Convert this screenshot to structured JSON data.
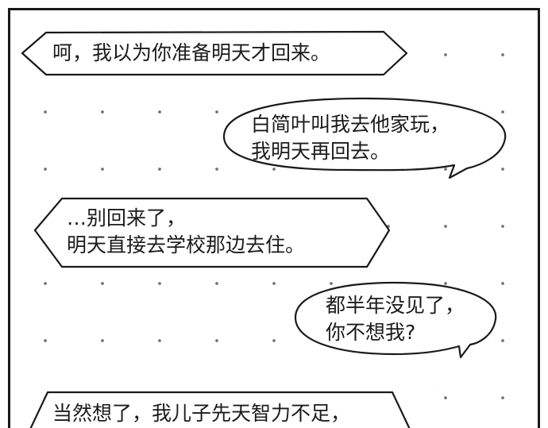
{
  "dialogue": [
    {
      "id": "bubble-1",
      "shape": "hexagon",
      "lines": [
        "呵，我以为你准备明天才回来。"
      ]
    },
    {
      "id": "bubble-2",
      "shape": "oval-speech",
      "lines": [
        "白简叶叫我去他家玩，",
        "我明天再回去。"
      ]
    },
    {
      "id": "bubble-3",
      "shape": "hexagon",
      "lines": [
        "…别回来了，",
        "明天直接去学校那边去住。"
      ]
    },
    {
      "id": "bubble-4",
      "shape": "oval-speech",
      "lines": [
        "都半年没见了，",
        "你不想我?"
      ]
    },
    {
      "id": "bubble-5",
      "shape": "hexagon",
      "lines": [
        "当然想了，我儿子先天智力不足，"
      ]
    }
  ],
  "colors": {
    "ink": "#1a1a1a",
    "dots": "#6f7388",
    "background": "#ffffff"
  }
}
